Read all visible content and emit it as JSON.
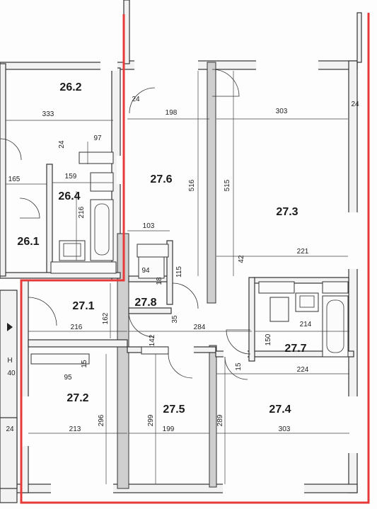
{
  "rooms": {
    "r262": "26.2",
    "r276": "27.6",
    "r273": "27.3",
    "r264": "26.4",
    "r261": "26.1",
    "r271": "27.1",
    "r278": "27.8",
    "r277": "27.7",
    "r272": "27.2",
    "r275": "27.5",
    "r274": "27.4"
  },
  "dims": {
    "d333": "333",
    "d198": "198",
    "d303a": "303",
    "d24a": "24",
    "d24b": "24",
    "d97": "97",
    "d24c": "24",
    "d165": "165",
    "d159": "159",
    "d216a": "216",
    "d516": "516",
    "d515": "515",
    "d103": "103",
    "d221": "221",
    "d42": "42",
    "d115": "115",
    "d94": "94",
    "d18": "18",
    "d162": "162",
    "d216b": "216",
    "d35": "35",
    "d284": "284",
    "d214": "214",
    "d150": "150",
    "d142": "142",
    "d224": "224",
    "d15a": "15",
    "d95": "95",
    "d15b": "15",
    "d296": "296",
    "d299": "299",
    "d289": "289",
    "d213": "213",
    "d199": "199",
    "d303b": "303",
    "d24d": "24"
  },
  "side": {
    "h": "H",
    "n40": "40"
  },
  "colors": {
    "outline": "#e63a3a"
  }
}
